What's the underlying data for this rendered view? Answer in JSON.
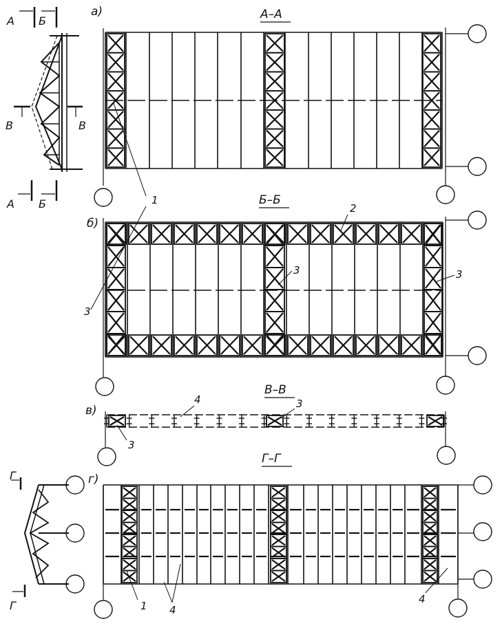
{
  "section_marks": {
    "a_top": "А",
    "b_top": "Б",
    "v_left": "В",
    "v_right": "В",
    "a_bottom": "А",
    "b_bottom": "Б",
    "g_top": "Г",
    "g_bottom": "Г"
  },
  "panels": [
    {
      "letter": "а)",
      "title": "А–А"
    },
    {
      "letter": "б)",
      "title": "Б–Б"
    },
    {
      "letter": "в)",
      "title": "В–В"
    },
    {
      "letter": "г)",
      "title": "Г–Г"
    }
  ],
  "callouts": {
    "a_1": "1",
    "b_2": "2",
    "b_3_left": "3",
    "b_3_mid": "3",
    "b_3_right": "3",
    "v_4": "4",
    "v_3_mid": "3",
    "v_3_left": "3",
    "g_1": "1",
    "g_4_mid": "4",
    "g_4_right": "4"
  }
}
